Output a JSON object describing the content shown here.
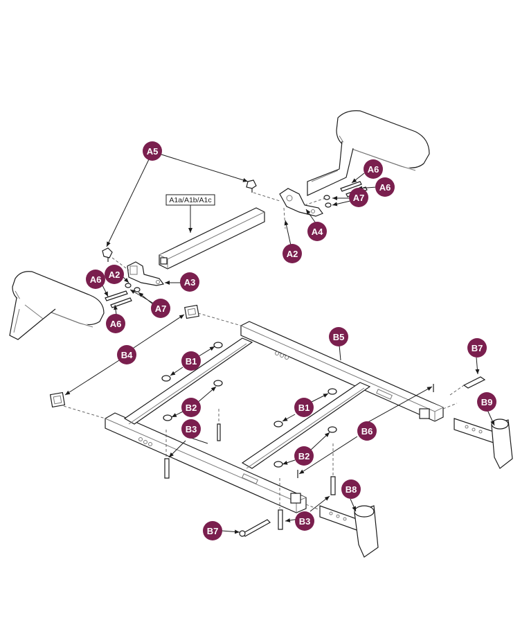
{
  "diagram": {
    "reference_label": "A1a/A1b/A1c",
    "callouts": [
      {
        "id": "A5a",
        "label": "A5"
      },
      {
        "id": "A6a",
        "label": "A6"
      },
      {
        "id": "A6b",
        "label": "A6"
      },
      {
        "id": "A7a",
        "label": "A7"
      },
      {
        "id": "A4",
        "label": "A4"
      },
      {
        "id": "A2a",
        "label": "A2"
      },
      {
        "id": "A2b",
        "label": "A2"
      },
      {
        "id": "A3",
        "label": "A3"
      },
      {
        "id": "A6c",
        "label": "A6"
      },
      {
        "id": "A6d",
        "label": "A6"
      },
      {
        "id": "A7b",
        "label": "A7"
      },
      {
        "id": "B4",
        "label": "B4"
      },
      {
        "id": "B5",
        "label": "B5"
      },
      {
        "id": "B7a",
        "label": "B7"
      },
      {
        "id": "B9",
        "label": "B9"
      },
      {
        "id": "B1a",
        "label": "B1"
      },
      {
        "id": "B1b",
        "label": "B1"
      },
      {
        "id": "B2a",
        "label": "B2"
      },
      {
        "id": "B2b",
        "label": "B2"
      },
      {
        "id": "B3a",
        "label": "B3"
      },
      {
        "id": "B3b",
        "label": "B3"
      },
      {
        "id": "B6",
        "label": "B6"
      },
      {
        "id": "B8",
        "label": "B8"
      },
      {
        "id": "B7b",
        "label": "B7"
      }
    ]
  },
  "colors": {
    "callout_fill": "#7a1f4e",
    "callout_text": "#ffffff",
    "line": "#1a1a1a"
  }
}
